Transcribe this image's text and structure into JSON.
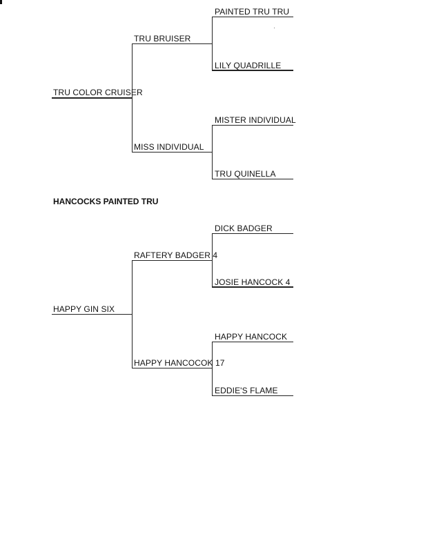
{
  "pedigree_1": {
    "subject": "TRU COLOR CRUISER",
    "sire": "TRU BRUISER",
    "dam": "MISS INDIVIDUAL",
    "sire_sire": "PAINTED TRU TRU",
    "sire_dam": "LILY QUADRILLE",
    "dam_sire": "MISTER INDIVIDUAL",
    "dam_dam": "TRU QUINELLA"
  },
  "heading": "HANCOCKS PAINTED TRU",
  "pedigree_2": {
    "subject": "HAPPY GIN SIX",
    "sire": "RAFTERY BADGER 4",
    "dam": "HAPPY HANCOCOK 17",
    "sire_sire": "DICK BADGER",
    "sire_dam": "JOSIE HANCOCK 4",
    "dam_sire": "HAPPY HANCOCK",
    "dam_dam": "EDDIE'S FLAME"
  }
}
